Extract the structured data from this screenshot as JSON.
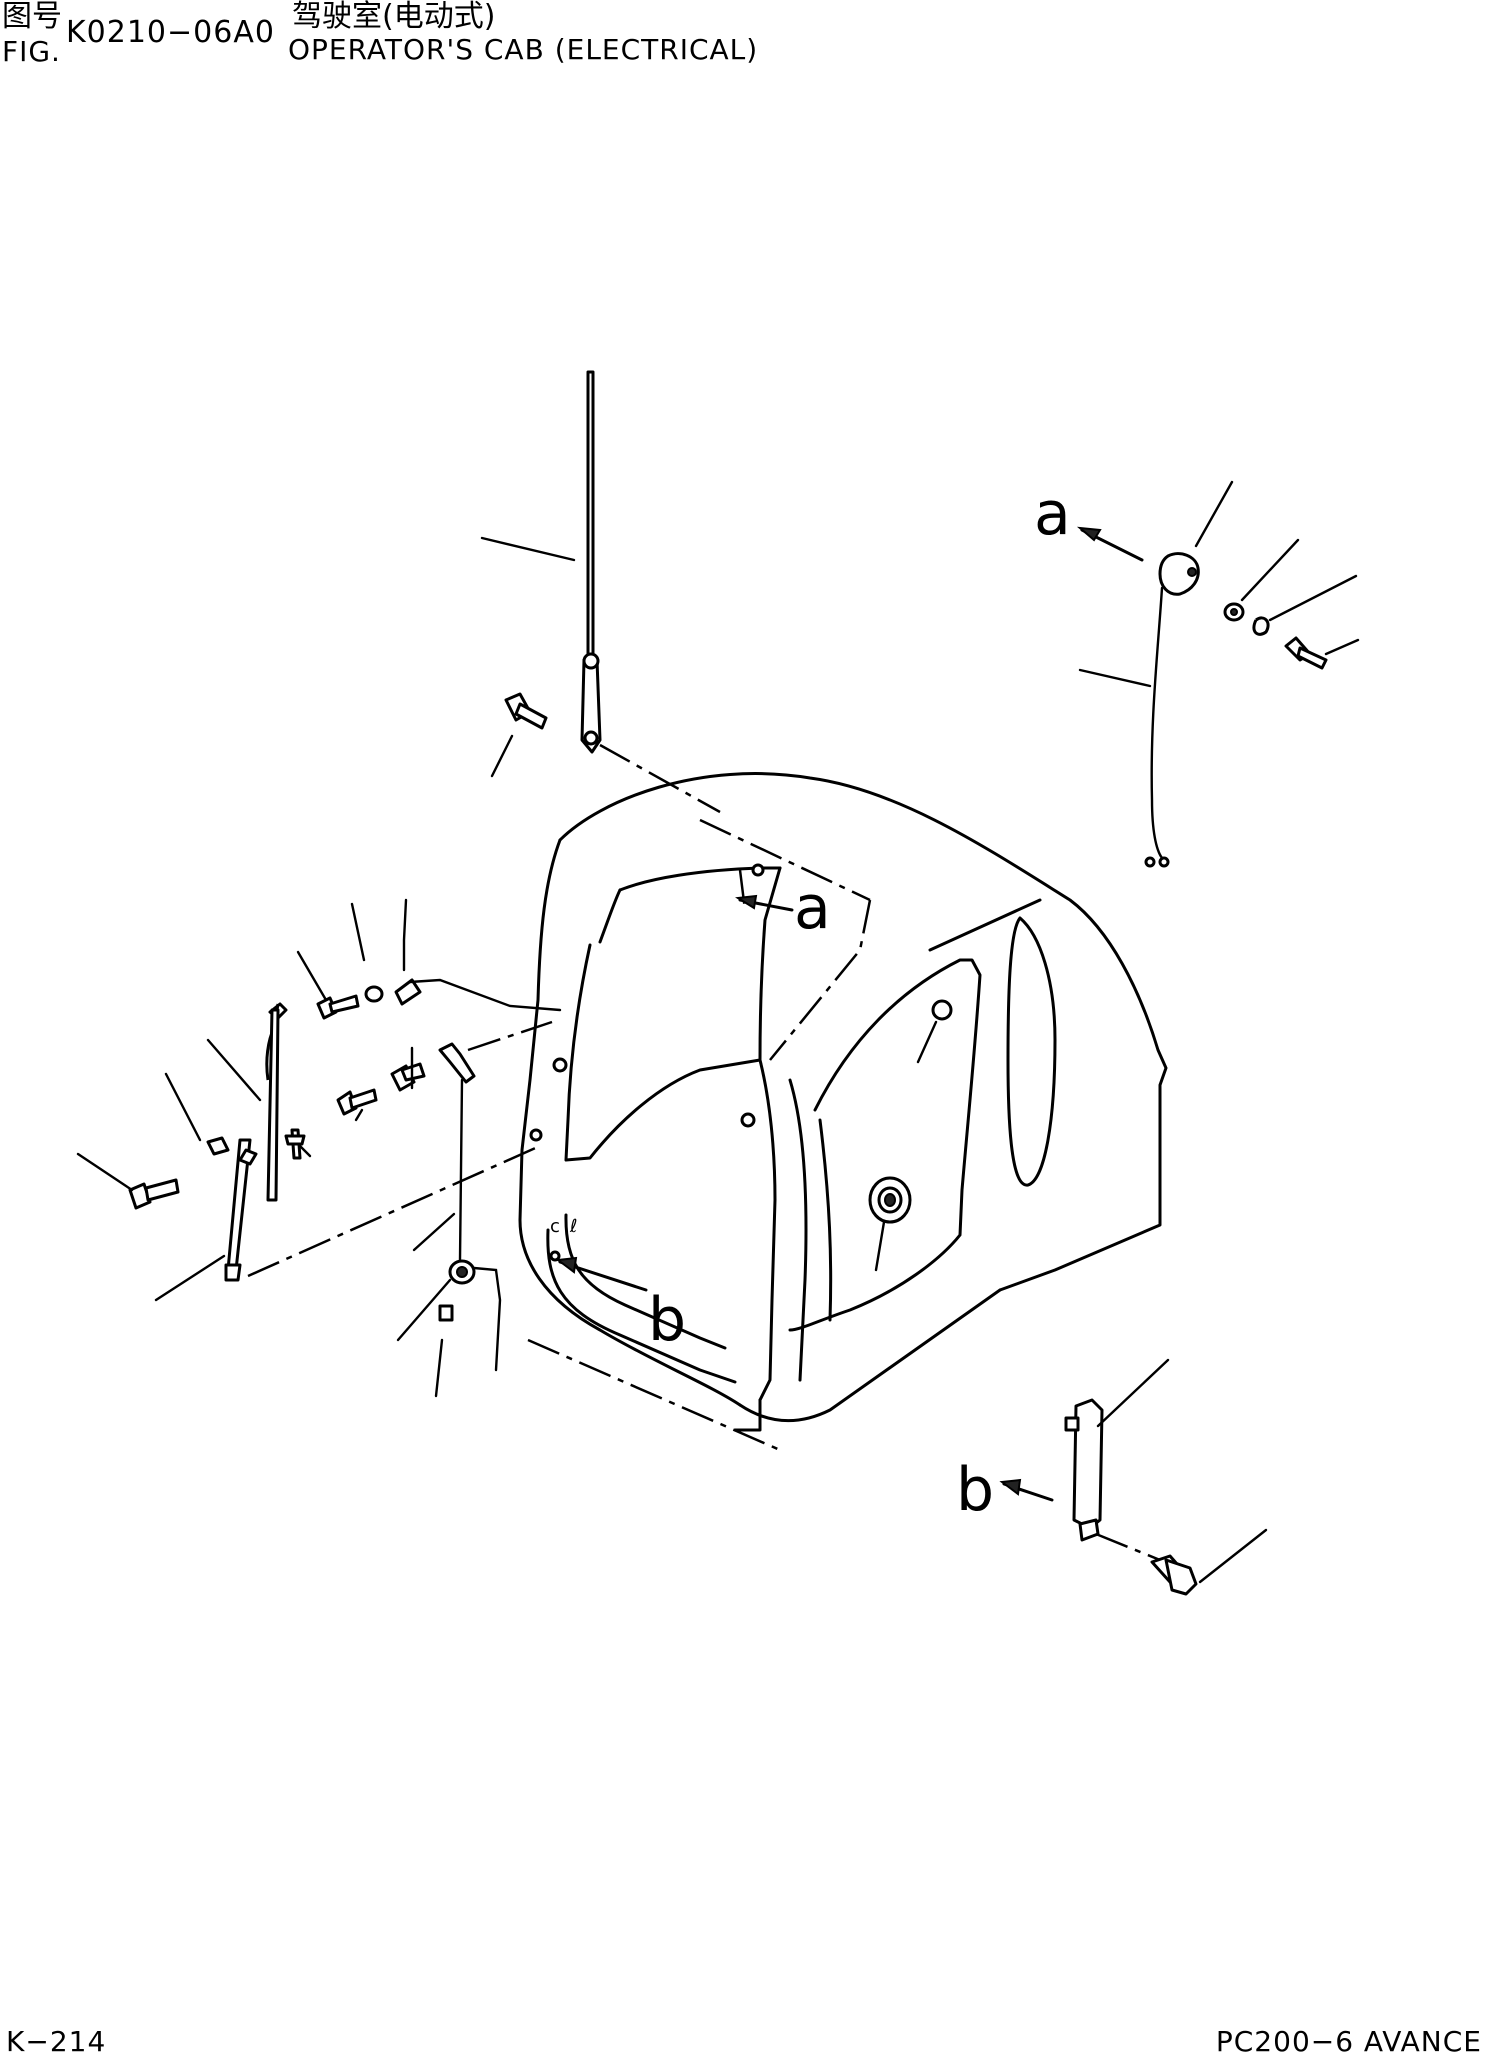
{
  "header": {
    "zh_label": "图号",
    "fig_label": "FIG.",
    "fig_code": "K0210−06A0",
    "zh_title": "驾驶室(电动式)",
    "en_title": "OPERATOR'S CAB (ELECTRICAL)"
  },
  "markers": {
    "a": "a",
    "b": "b"
  },
  "footer": {
    "page": "K−214",
    "model": "PC200−6 AVANCE"
  }
}
